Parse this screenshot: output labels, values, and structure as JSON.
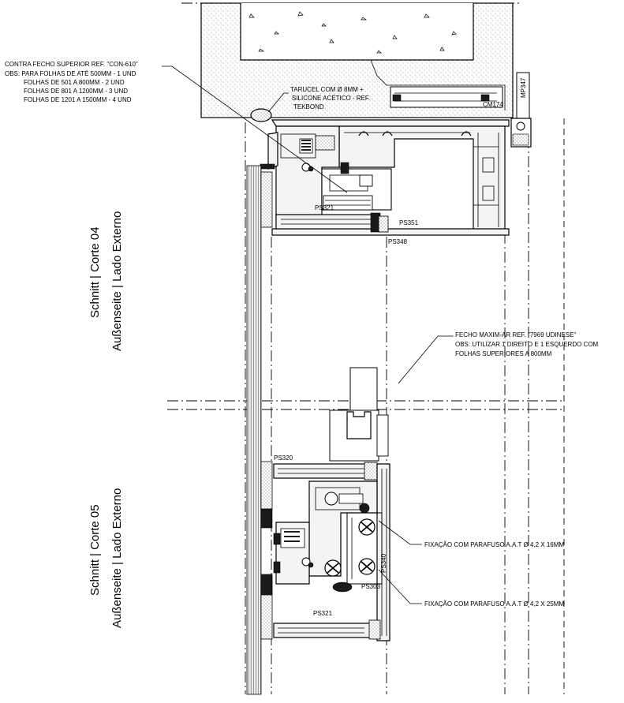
{
  "notes": {
    "con610_lines": [
      "CONTRA FECHO SUPERIOR REF. \"CON-610\"",
      "OBS: PARA FOLHAS DE ATÉ 500MM - 1 UND",
      "FOLHAS DE 501 A 800MM - 2 UND",
      "FOLHAS DE 801 A 1200MM - 3 UND",
      "FOLHAS DE 1201 A 1500MM - 4 UND"
    ],
    "tarucel_lines": [
      "TARUCEL COM Ø 8MM +",
      "SILICONE ACÉTICO - REF.",
      "TEKBOND"
    ],
    "fecho_lines": [
      "FECHO MAXIM-AR REF. \"7969 UDINESE\"",
      "OBS: UTILIZAR 1 DIREITO E 1 ESQUERDO COM",
      "FOLHAS SUPERIORES A 800MM"
    ],
    "fix16": "FIXAÇÃO COM PARAFUSO A.A.T Ø 4,2 X 16MM",
    "fix25": "FIXAÇÃO COM PARAFUSO A.A.T Ø 4,2 X 25MM"
  },
  "profile_labels": {
    "ps321_top": "PS321",
    "ps351": "PS351",
    "ps348": "PS348",
    "cm174": "CM174",
    "mp347": "MP347",
    "ps320": "PS320",
    "ps340": "PS340",
    "ps303": "PS303",
    "ps321_bottom": "PS321"
  },
  "sections": {
    "top_line1": "Schnitt | Corte 04",
    "top_line2": "Außenseite | Lado Externo",
    "bottom_line1": "Schnitt | Corte 05",
    "bottom_line2": "Außenseite | Lado Externo"
  }
}
